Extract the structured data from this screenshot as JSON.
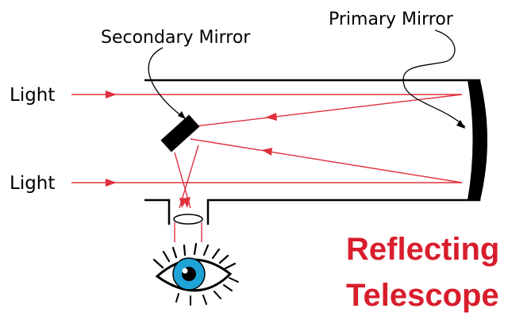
{
  "labels": {
    "secondary_mirror": "Secondary Mirror",
    "primary_mirror": "Primary Mirror",
    "light_top": "Light",
    "light_bottom": "Light",
    "title_line1": "Reflecting",
    "title_line2": "Telescope"
  },
  "colors": {
    "ray": "#e0303c",
    "title": "#d81d2c",
    "outline": "#000000",
    "iris": "#1fa2d6"
  }
}
